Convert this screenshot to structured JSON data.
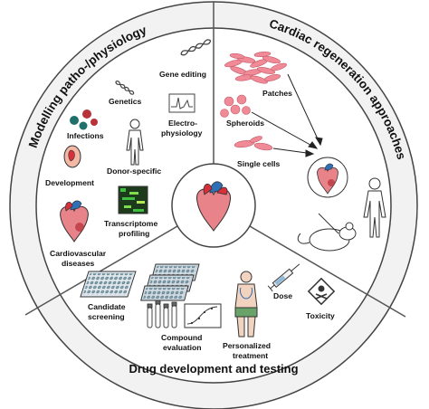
{
  "sections": {
    "modelling": {
      "title": "Modelling patho-/physiology",
      "items": {
        "gene_editing": "Gene editing",
        "genetics": "Genetics",
        "electrophysiology_1": "Electro-",
        "electrophysiology_2": "physiology",
        "infections": "Infections",
        "donor_specific": "Donor-specific",
        "development": "Development",
        "transcriptome_1": "Transcriptome",
        "transcriptome_2": "profiling",
        "cardiovascular_1": "Cardiovascular",
        "cardiovascular_2": "diseases"
      }
    },
    "regeneration": {
      "title": "Cardiac regeneration approaches",
      "items": {
        "patches": "Patches",
        "spheroids": "Spheroids",
        "single_cells": "Single cells"
      }
    },
    "drug": {
      "title": "Drug development and testing",
      "items": {
        "candidate_1": "Candidate",
        "candidate_2": "screening",
        "compound_1": "Compound",
        "compound_2": "evaluation",
        "personalized_1": "Personalized",
        "personalized_2": "treatment",
        "dose": "Dose",
        "toxicity": "Toxicity"
      }
    }
  },
  "colors": {
    "ring_fill": "#f2f2f2",
    "heart_pink": "#e8838a",
    "heart_red": "#d7303a",
    "heart_blue": "#2f6fb5",
    "cell_pink": "#f08a96",
    "virus_teal": "#1f6f6a",
    "virus_red": "#b8323a"
  }
}
